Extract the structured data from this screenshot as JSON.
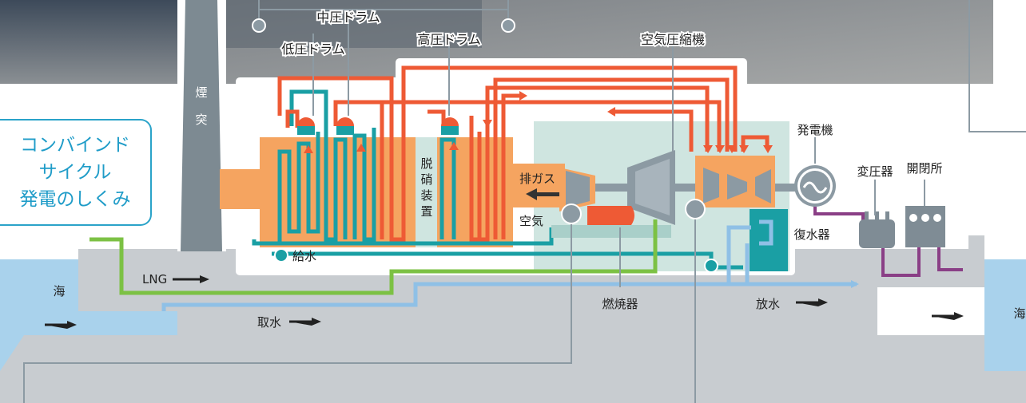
{
  "title": {
    "line1": "コンバインド",
    "line2": "サイクル",
    "line3": "発電のしくみ"
  },
  "labels": {
    "chimney_1": "煙",
    "chimney_2": "突",
    "lp_drum": "低圧ドラム",
    "ip_drum": "中圧ドラム",
    "hp_drum": "高圧ドラム",
    "air_compressor": "空気圧縮機",
    "denox_1": "脱",
    "denox_2": "硝",
    "denox_3": "装",
    "denox_4": "置",
    "exhaust_gas": "排ガス",
    "air": "空気",
    "feed_water": "給水",
    "combustor": "燃焼器",
    "generator": "発電機",
    "transformer": "変圧器",
    "switchyard": "開閉所",
    "condenser": "復水器",
    "lng": "LNG",
    "water_intake": "取水",
    "water_discharge": "放水",
    "sea_left": "海",
    "sea_right": "海"
  },
  "colors": {
    "steam_red": "#ee5a35",
    "water_teal": "#1a9fa4",
    "lng_green": "#7cc144",
    "cooling_blue": "#8fc0e6",
    "power_purple": "#8a3f86",
    "hrsg_orange": "#f5a460",
    "sea": "#a9d2ec",
    "ground": "#c8ccd0",
    "title_blue": "#1f9cc8"
  }
}
